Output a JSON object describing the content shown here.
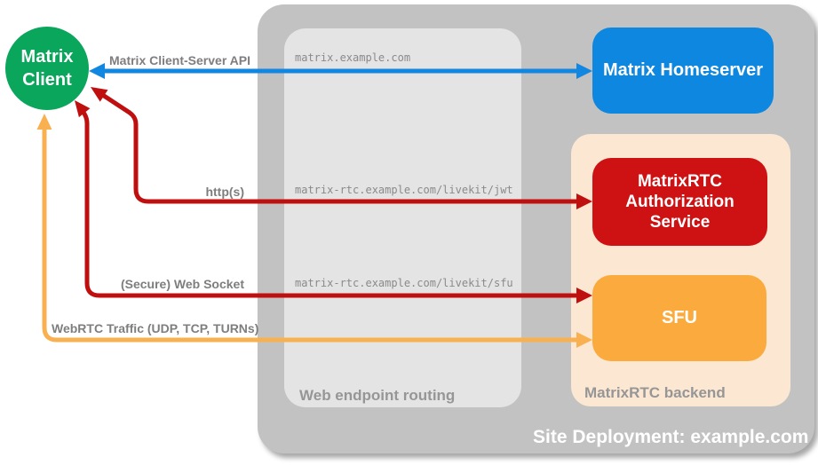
{
  "colors": {
    "canvas_bg": "#ffffff",
    "site_container_gray": "#c2c2c2",
    "routing_box_gray": "#e4e4e4",
    "backend_box_peach": "#fce8d2",
    "client_green": "#0aa65b",
    "homeserver_blue": "#0d87e0",
    "auth_red": "#ce1112",
    "sfu_orange": "#fbab3e",
    "label_gray": "#7e7e7e",
    "endpoint_text_gray": "#8a8a8a",
    "zone_title_gray": "#969696"
  },
  "client": {
    "lines": [
      "Matrix",
      "Client"
    ]
  },
  "homeserver": {
    "label": "Matrix Homeserver"
  },
  "auth_service": {
    "lines": [
      "MatrixRTC",
      "Authorization",
      "Service"
    ]
  },
  "sfu": {
    "label": "SFU"
  },
  "routing": {
    "title": "Web endpoint routing",
    "endpoints": [
      "matrix.example.com",
      "matrix-rtc.example.com/livekit/jwt",
      "matrix-rtc.example.com/livekit/sfu"
    ]
  },
  "backend": {
    "title": "MatrixRTC backend"
  },
  "site": {
    "title": "Site Deployment: example.com"
  },
  "arrows": {
    "client_server": {
      "label": "Matrix Client-Server API",
      "color": "#1287e2",
      "bidirectional": true
    },
    "http": {
      "label": "http(s)",
      "color": "#c00f0f"
    },
    "websocket": {
      "label": "(Secure) Web Socket",
      "color": "#c00f0f"
    },
    "webrtc": {
      "label": "WebRTC Traffic (UDP, TCP, TURNs)",
      "color": "#f9b050"
    }
  }
}
